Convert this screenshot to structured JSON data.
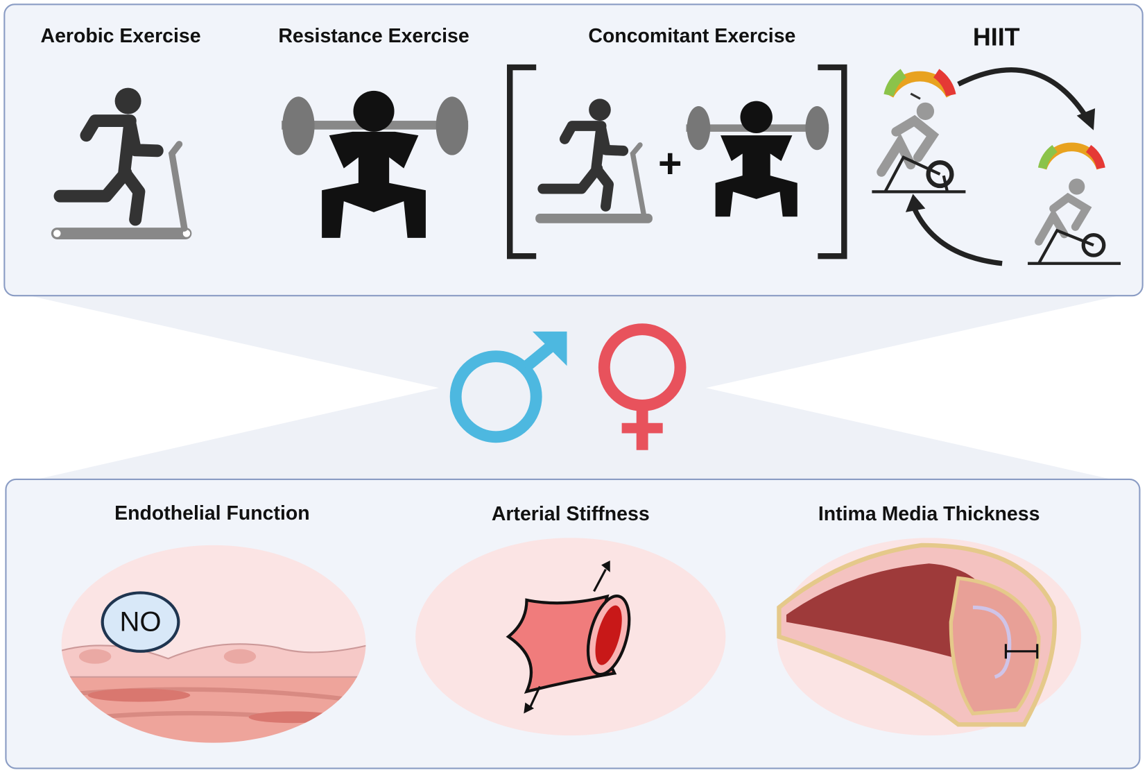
{
  "top_panel": {
    "items": [
      {
        "label": "Aerobic Exercise",
        "icon": "treadmill-runner-icon"
      },
      {
        "label": "Resistance Exercise",
        "icon": "squat-barbell-icon"
      },
      {
        "label": "Concomitant Exercise",
        "icon": "combined-exercise-icon",
        "plus": "+"
      },
      {
        "label": "HIIT",
        "icon": "interval-cycling-icon"
      }
    ]
  },
  "sex_symbols": {
    "male_color": "#4db8e0",
    "female_color": "#e8525c"
  },
  "bottom_panel": {
    "items": [
      {
        "label": "Endothelial Function",
        "icon": "endothelium-icon",
        "badge": "NO"
      },
      {
        "label": "Arterial Stiffness",
        "icon": "artery-stretch-icon"
      },
      {
        "label": "Intima Media Thickness",
        "icon": "artery-cross-section-icon"
      }
    ]
  },
  "colors": {
    "panel_bg": "#f1f4fa",
    "panel_border": "#8a9cc4",
    "pink_bg": "#fbe4e4"
  }
}
